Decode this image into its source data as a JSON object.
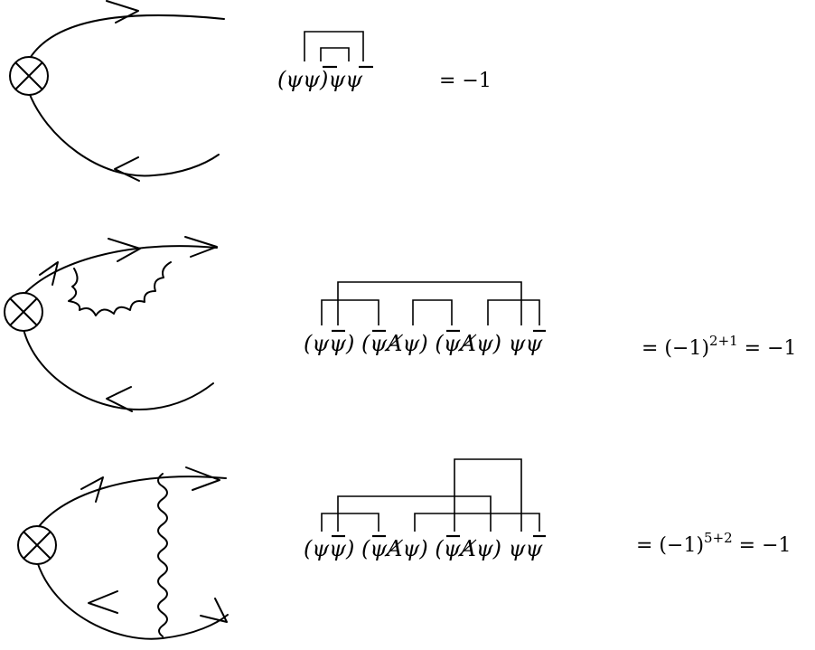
{
  "rows": [
    {
      "expression": "(ψψ)ψψ",
      "result": "= −1"
    },
    {
      "expression": "(ψψ) (ψA̸ψ) (ψA̸ψ) ψψ",
      "result_prefix": "= (−1)",
      "exponent": "2+1",
      "result_suffix": " = −1"
    },
    {
      "expression": "(ψψ) (ψA̸ψ) (ψA̸ψ) ψψ",
      "result_prefix": "= (−1)",
      "exponent": "5+2",
      "result_suffix": " = −1"
    }
  ]
}
